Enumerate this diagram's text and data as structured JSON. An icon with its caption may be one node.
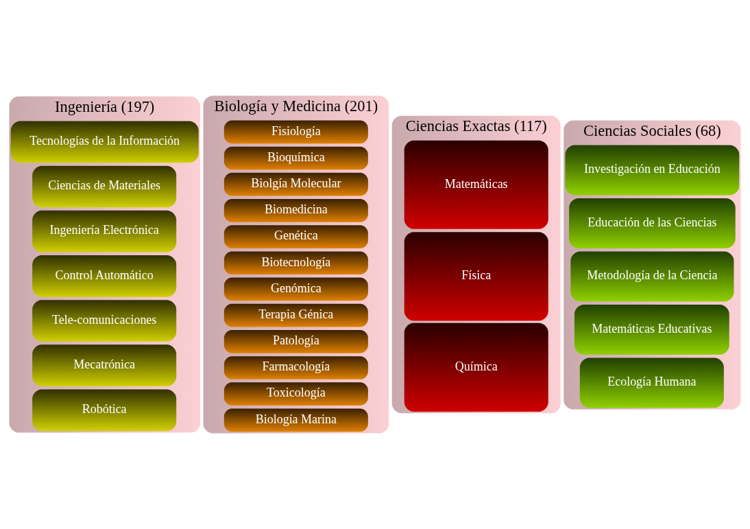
{
  "diagram": {
    "nodes": [
      {
        "text": [
          "Ciencias Exactas (117)"
        ]
      },
      {
        "text": [
          "Matemáticas"
        ],
        "in": 0
      },
      {
        "text": [
          "Física"
        ],
        "in": 0
      },
      {
        "text": [
          "Química"
        ],
        "in": 0
      },
      {
        "text": [
          "Biología y Medicina (201)"
        ]
      },
      {
        "text": [
          "Fisiología"
        ],
        "in": 4
      },
      {
        "text": [
          "Bioquímica"
        ],
        "in": 4
      },
      {
        "text": [
          "Biolgía Molecular"
        ],
        "in": 4
      },
      {
        "text": [
          "Biomedicina"
        ],
        "in": 4
      },
      {
        "text": [
          "Genética"
        ],
        "in": 4
      },
      {
        "text": [
          "Biotecnología"
        ],
        "in": 4
      },
      {
        "text": [
          "Genómica"
        ],
        "in": 4
      },
      {
        "text": [
          "Terapia Génica"
        ],
        "in": 4
      },
      {
        "text": [
          "Patología"
        ],
        "in": 4
      },
      {
        "text": [
          "Farmacología"
        ],
        "in": 4
      },
      {
        "text": [
          "Toxicología"
        ],
        "in": 4
      },
      {
        "text": [
          "Biología Marina"
        ],
        "in": 4
      },
      {
        "text": [
          "Ingeniería (197)"
        ]
      },
      {
        "text": [
          "Ciencias de Materiales"
        ],
        "in": 17
      },
      {
        "text": [
          "Ingeniería Electrónica"
        ],
        "in": 17
      },
      {
        "text": [
          "Control Automático"
        ],
        "in": 17
      },
      {
        "text": [
          "Tecnologías de la Información"
        ],
        "in": 17
      },
      {
        "text": [
          "Tele-comunicaciones"
        ],
        "in": 17
      },
      {
        "text": [
          "Mecatrónica"
        ],
        "in": 17
      },
      {
        "text": [
          "Robótica"
        ],
        "in": 17
      },
      {
        "text": [
          "Ciencias Sociales (68)"
        ]
      },
      {
        "text": [
          "Investigación en Educación"
        ],
        "in": 25
      },
      {
        "text": [
          "Matemáticas Educativas"
        ],
        "in": 25
      },
      {
        "text": [
          "Educación de las Ciencias"
        ],
        "in": 25
      },
      {
        "text": [
          "Ecología Humana"
        ],
        "in": 25
      },
      {
        "text": [
          "Metodología de la Ciencia"
        ],
        "in": 25
      }
    ]
  }
}
